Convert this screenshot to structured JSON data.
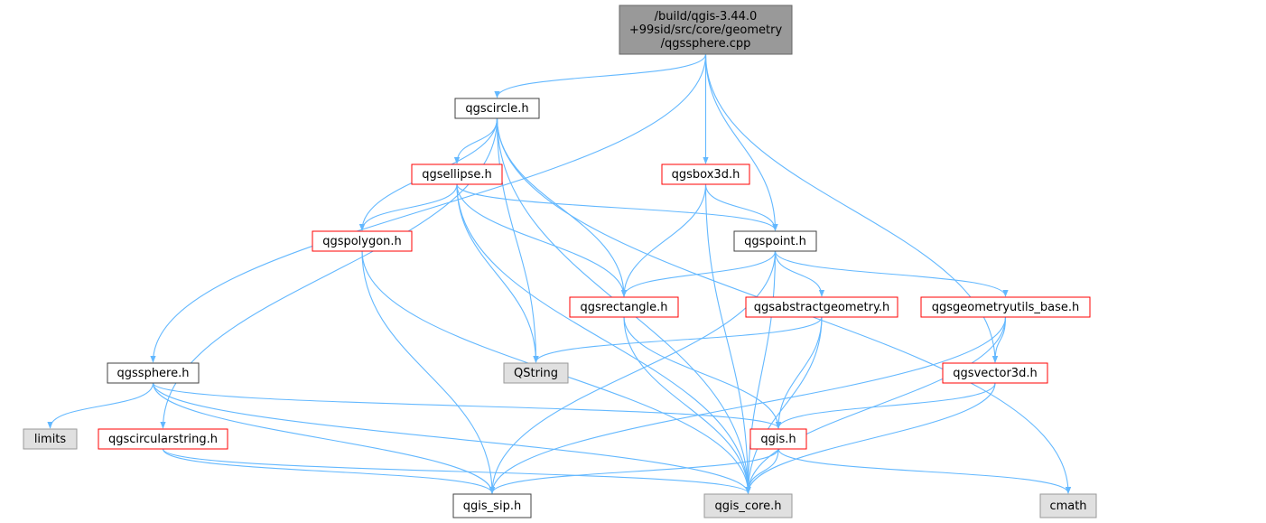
{
  "colors": {
    "edge": "#63b8ff",
    "root_fill": "#999999",
    "root_border": "#666666",
    "local_border": "#404040",
    "red_border": "#ff0000",
    "system_fill": "#e0e0e0",
    "system_border": "#999999"
  },
  "nodes": [
    {
      "id": "root",
      "style": "root",
      "lines": [
        "/build/qgis-3.44.0",
        "+99sid/src/core/geometry",
        "/qgssphere.cpp"
      ]
    },
    {
      "id": "qgscircle",
      "style": "local",
      "lines": [
        "qgscircle.h"
      ]
    },
    {
      "id": "qgsellipse",
      "style": "red",
      "lines": [
        "qgsellipse.h"
      ]
    },
    {
      "id": "qgsbox3d",
      "style": "red",
      "lines": [
        "qgsbox3d.h"
      ]
    },
    {
      "id": "qgspoint",
      "style": "local",
      "lines": [
        "qgspoint.h"
      ]
    },
    {
      "id": "qgspolygon",
      "style": "red",
      "lines": [
        "qgspolygon.h"
      ]
    },
    {
      "id": "qgsrectangle",
      "style": "red",
      "lines": [
        "qgsrectangle.h"
      ]
    },
    {
      "id": "qgsabstractgeometry",
      "style": "red",
      "lines": [
        "qgsabstractgeometry.h"
      ]
    },
    {
      "id": "qgsgeometryutils_base",
      "style": "red",
      "lines": [
        "qgsgeometryutils_base.h"
      ]
    },
    {
      "id": "qgssphere",
      "style": "local",
      "lines": [
        "qgssphere.h"
      ]
    },
    {
      "id": "QString",
      "style": "system",
      "lines": [
        "QString"
      ]
    },
    {
      "id": "qgsvector3d",
      "style": "red",
      "lines": [
        "qgsvector3d.h"
      ]
    },
    {
      "id": "limits",
      "style": "system",
      "lines": [
        "limits"
      ]
    },
    {
      "id": "qgscircularstring",
      "style": "red",
      "lines": [
        "qgscircularstring.h"
      ]
    },
    {
      "id": "qgis",
      "style": "red",
      "lines": [
        "qgis.h"
      ]
    },
    {
      "id": "qgis_sip",
      "style": "local",
      "lines": [
        "qgis_sip.h"
      ]
    },
    {
      "id": "qgis_core",
      "style": "system",
      "lines": [
        "qgis_core.h"
      ]
    },
    {
      "id": "cmath",
      "style": "system",
      "lines": [
        "cmath"
      ]
    }
  ],
  "edges": [
    [
      "root",
      "qgscircle"
    ],
    [
      "root",
      "qgssphere"
    ],
    [
      "root",
      "qgsbox3d"
    ],
    [
      "root",
      "qgspoint"
    ],
    [
      "root",
      "qgsvector3d"
    ],
    [
      "qgscircle",
      "qgsellipse"
    ],
    [
      "qgscircle",
      "qgspolygon"
    ],
    [
      "qgscircle",
      "qgsrectangle"
    ],
    [
      "qgscircle",
      "QString"
    ],
    [
      "qgscircle",
      "qgscircularstring"
    ],
    [
      "qgscircle",
      "qgis_core"
    ],
    [
      "qgscircle",
      "cmath"
    ],
    [
      "qgsellipse",
      "qgspolygon"
    ],
    [
      "qgsellipse",
      "qgspoint"
    ],
    [
      "qgsellipse",
      "qgsrectangle"
    ],
    [
      "qgsellipse",
      "QString"
    ],
    [
      "qgsellipse",
      "qgis_core"
    ],
    [
      "qgsbox3d",
      "qgspoint"
    ],
    [
      "qgsbox3d",
      "qgsrectangle"
    ],
    [
      "qgsbox3d",
      "qgis_core"
    ],
    [
      "qgspoint",
      "qgsrectangle"
    ],
    [
      "qgspoint",
      "qgsabstractgeometry"
    ],
    [
      "qgspoint",
      "qgsgeometryutils_base"
    ],
    [
      "qgspoint",
      "qgis_sip"
    ],
    [
      "qgspoint",
      "qgis_core"
    ],
    [
      "qgspolygon",
      "qgis_sip"
    ],
    [
      "qgspolygon",
      "qgis_core"
    ],
    [
      "qgsrectangle",
      "qgis"
    ],
    [
      "qgsrectangle",
      "qgis_core"
    ],
    [
      "qgsabstractgeometry",
      "QString"
    ],
    [
      "qgsabstractgeometry",
      "qgis"
    ],
    [
      "qgsabstractgeometry",
      "qgis_core"
    ],
    [
      "qgsgeometryutils_base",
      "qgsvector3d"
    ],
    [
      "qgsgeometryutils_base",
      "qgis_sip"
    ],
    [
      "qgsgeometryutils_base",
      "qgis_core"
    ],
    [
      "qgssphere",
      "limits"
    ],
    [
      "qgssphere",
      "qgis"
    ],
    [
      "qgssphere",
      "qgis_sip"
    ],
    [
      "qgssphere",
      "qgis_core"
    ],
    [
      "qgsvector3d",
      "qgis"
    ],
    [
      "qgsvector3d",
      "qgis_core"
    ],
    [
      "qgscircularstring",
      "qgis_sip"
    ],
    [
      "qgscircularstring",
      "qgis_core"
    ],
    [
      "qgis",
      "qgis_sip"
    ],
    [
      "qgis",
      "qgis_core"
    ],
    [
      "qgis",
      "cmath"
    ]
  ]
}
